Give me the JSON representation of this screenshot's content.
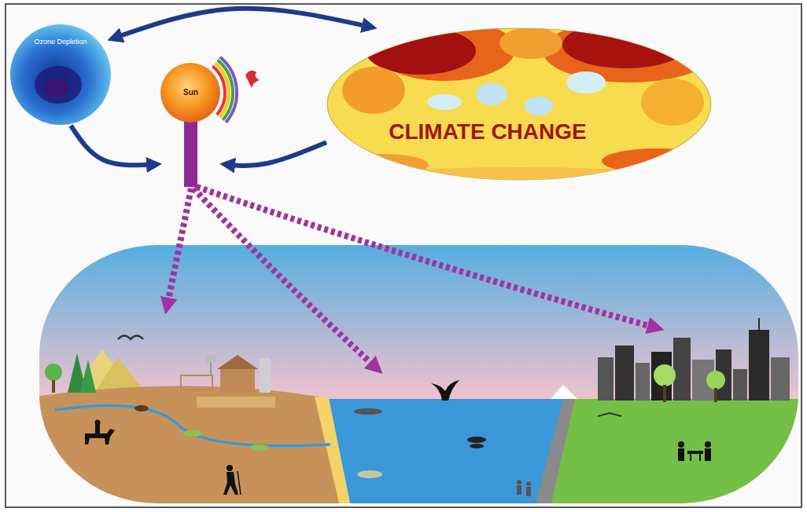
{
  "diagram": {
    "nodes": [
      {
        "text": [
          "Ozone Depletion"
        ]
      },
      {
        "text": [
          "Sun"
        ]
      },
      {
        "text": [
          "CLIMATE CHANGE"
        ]
      }
    ],
    "edges": [
      {
        "from": 0,
        "to": 2,
        "arrow": "both"
      },
      {
        "from": 0,
        "to": 1,
        "arrow": "to"
      },
      {
        "from": 2,
        "to": 1,
        "arrow": "to"
      }
    ]
  }
}
